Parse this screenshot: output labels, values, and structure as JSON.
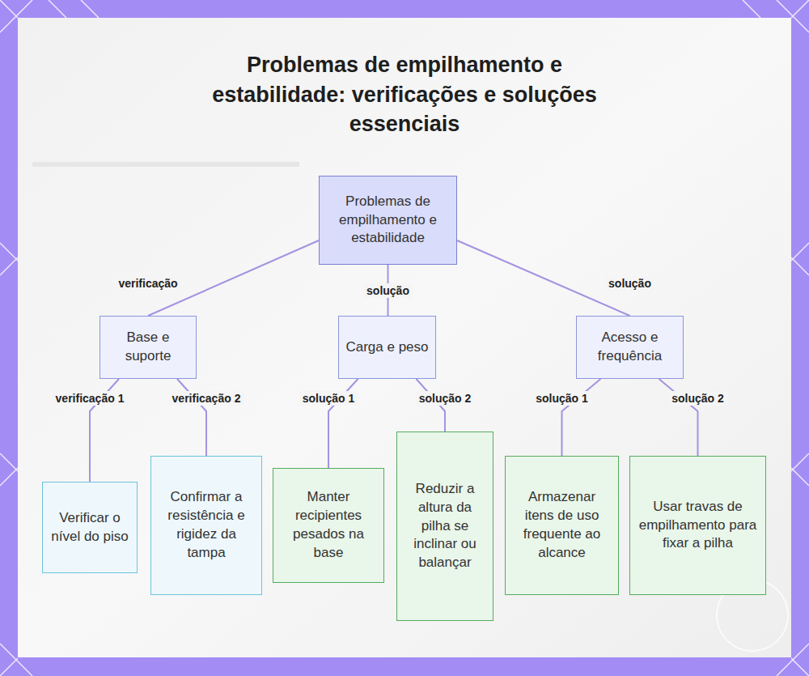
{
  "diagram": {
    "title": "Problemas de empilhamento e estabilidade: verificações e soluções essenciais",
    "nodes": [
      {
        "text": [
          "Problemas de empilhamento e estabilidade"
        ]
      },
      {
        "text": [
          "Base e suporte"
        ]
      },
      {
        "text": [
          "Carga e peso"
        ]
      },
      {
        "text": [
          "Acesso e frequência"
        ]
      },
      {
        "text": [
          "Verificar o nível do piso"
        ]
      },
      {
        "text": [
          "Confirmar a resistência e rigidez da tampa"
        ]
      },
      {
        "text": [
          "Manter recipientes pesados na base"
        ]
      },
      {
        "text": [
          "Reduzir a altura da pilha se inclinar ou balançar"
        ]
      },
      {
        "text": [
          "Armazenar itens de uso frequente ao alcance"
        ]
      },
      {
        "text": [
          "Usar travas de empilhamento para fixar a pilha"
        ]
      }
    ],
    "edges": [
      {
        "from": 0,
        "to": 1,
        "label": "verificação",
        "arrow": "none"
      },
      {
        "from": 0,
        "to": 2,
        "label": "solução",
        "arrow": "none"
      },
      {
        "from": 0,
        "to": 3,
        "label": "solução",
        "arrow": "none"
      },
      {
        "from": 1,
        "to": 4,
        "label": "verificação 1",
        "arrow": "none"
      },
      {
        "from": 1,
        "to": 5,
        "label": "verificação 2",
        "arrow": "none"
      },
      {
        "from": 2,
        "to": 6,
        "label": "solução 1",
        "arrow": "none"
      },
      {
        "from": 2,
        "to": 7,
        "label": "solução 2",
        "arrow": "none"
      },
      {
        "from": 3,
        "to": 8,
        "label": "solução 1",
        "arrow": "none"
      },
      {
        "from": 3,
        "to": 9,
        "label": "solução 2",
        "arrow": "none"
      }
    ]
  }
}
